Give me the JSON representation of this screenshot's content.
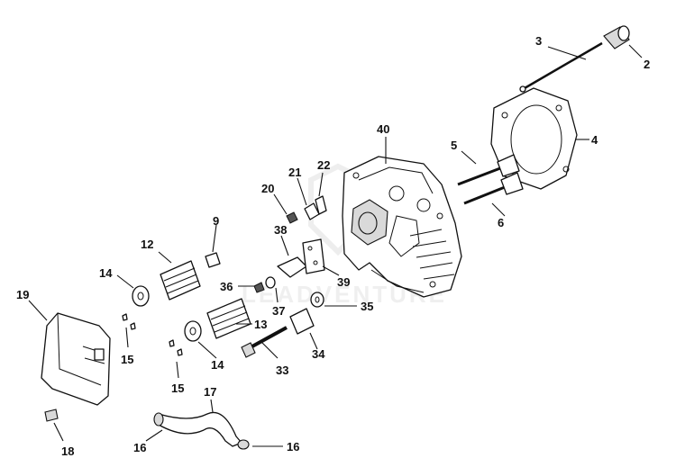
{
  "watermark": "LEADVENTURE",
  "callouts": [
    "2",
    "3",
    "4",
    "5",
    "6",
    "9",
    "12",
    "13",
    "14",
    "14",
    "15",
    "15",
    "16",
    "16",
    "17",
    "18",
    "19",
    "20",
    "21",
    "22",
    "33",
    "34",
    "35",
    "36",
    "37",
    "38",
    "39",
    "40"
  ]
}
